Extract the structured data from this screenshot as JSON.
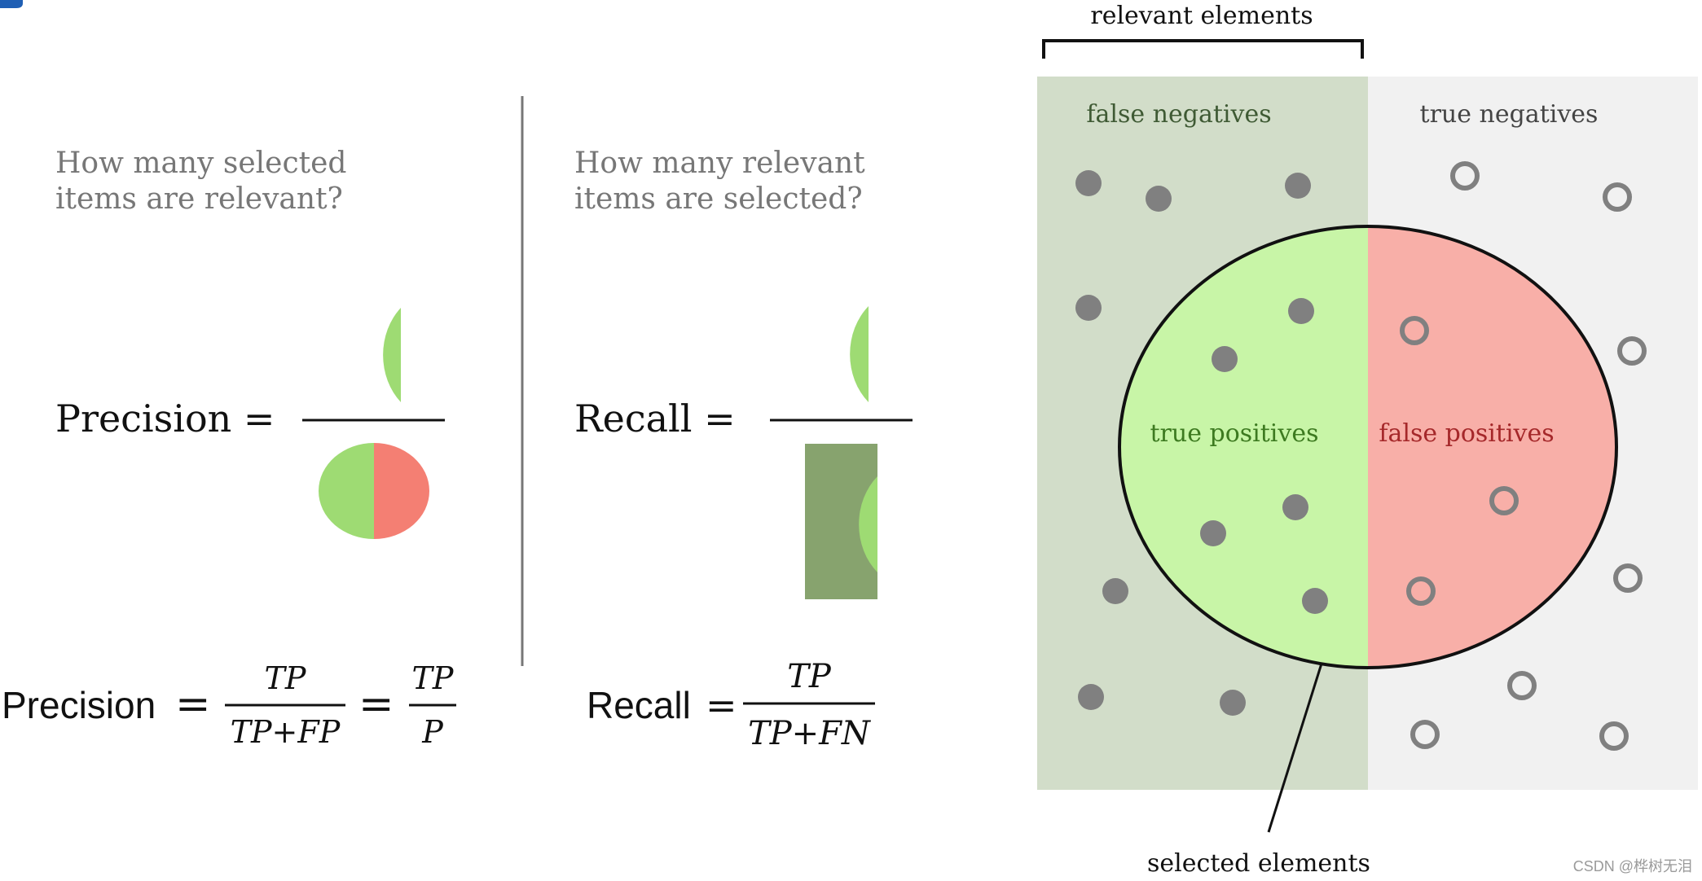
{
  "left_panel": {
    "precision_question_line1": "How many selected",
    "precision_question_line2": "items are relevant?",
    "recall_question_line1": "How many relevant",
    "recall_question_line2": "items are selected?",
    "precision_label": "Precision =",
    "recall_label": "Recall ="
  },
  "formulas": {
    "precision_word": "Precision",
    "precision_eq1": "=",
    "precision_num": "TP",
    "precision_den": "TP+FP",
    "precision_eq2": "=",
    "precision_num2": "TP",
    "precision_den2": "P",
    "recall_word": "Recall",
    "recall_eq": "=",
    "recall_num": "TP",
    "recall_den": "TP+FN"
  },
  "venn": {
    "relevant_label": "relevant elements",
    "false_negatives": "false negatives",
    "true_negatives": "true negatives",
    "true_positives": "true positives",
    "false_positives": "false positives",
    "selected_label": "selected elements"
  },
  "colors": {
    "relevant_bg": "#d2ddc9",
    "irrelevant_bg": "#f1f1f1",
    "tp_fill": "#c8f5a7",
    "fp_fill": "#f8afa8",
    "half_green": "#9edb73",
    "half_red": "#f47f73",
    "fn_rect": "#87a36e",
    "dot": "#808080",
    "tp_text": "#3d7a20",
    "fp_text": "#a5282a",
    "question_text": "#777777"
  },
  "watermark": "CSDN @桦树无泪"
}
